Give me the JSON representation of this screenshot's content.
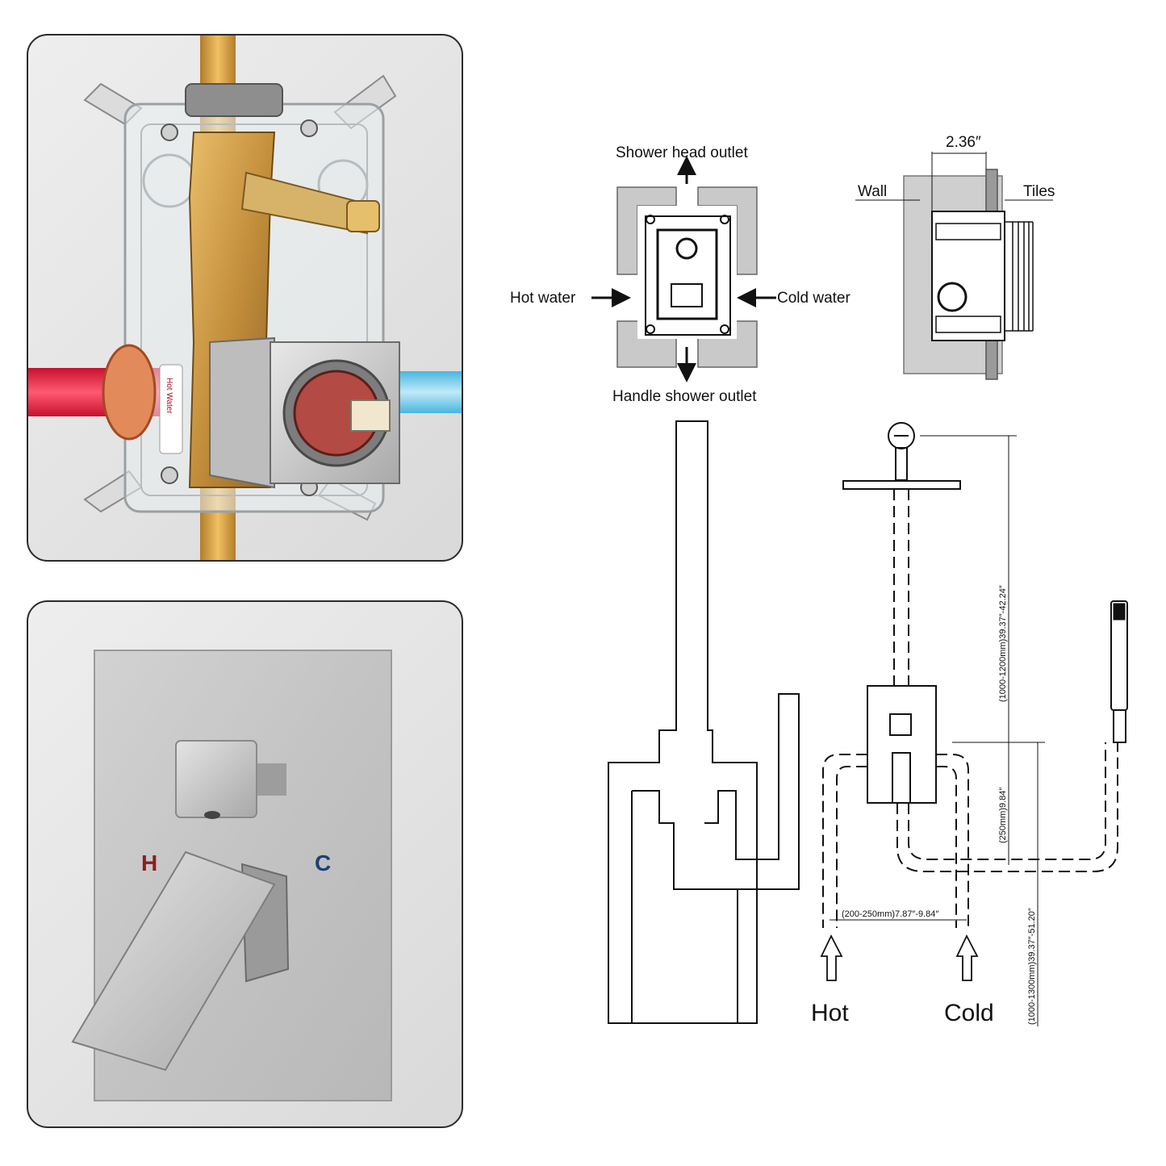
{
  "valve_photo": {
    "hot_water_sticker": "Hot Water"
  },
  "trim_photo": {
    "hot_mark": "H",
    "cold_mark": "C"
  },
  "front_view": {
    "shower_head_outlet": "Shower head outlet",
    "hot_water": "Hot water",
    "cold_water": "Cold water",
    "handle_shower_outlet": "Handle shower outlet"
  },
  "side_view": {
    "depth": "2.36″",
    "wall": "Wall",
    "tiles": "Tiles"
  },
  "installation": {
    "head_height": "(1000-1200mm)39.37″-42.24″",
    "valve_to_pipe": "(250mm)9.84″",
    "total_height": "(1000-1300mm)39.37″-51.20″",
    "inlet_spacing": "(200-250mm)7.87″-9.84″",
    "hot": "Hot",
    "cold": "Cold"
  },
  "colors": {
    "hot_pipe": "#d8203c",
    "cold_pipe": "#5ec8e8",
    "brass": "#c99a4a",
    "steel": "#c7c7c7"
  }
}
